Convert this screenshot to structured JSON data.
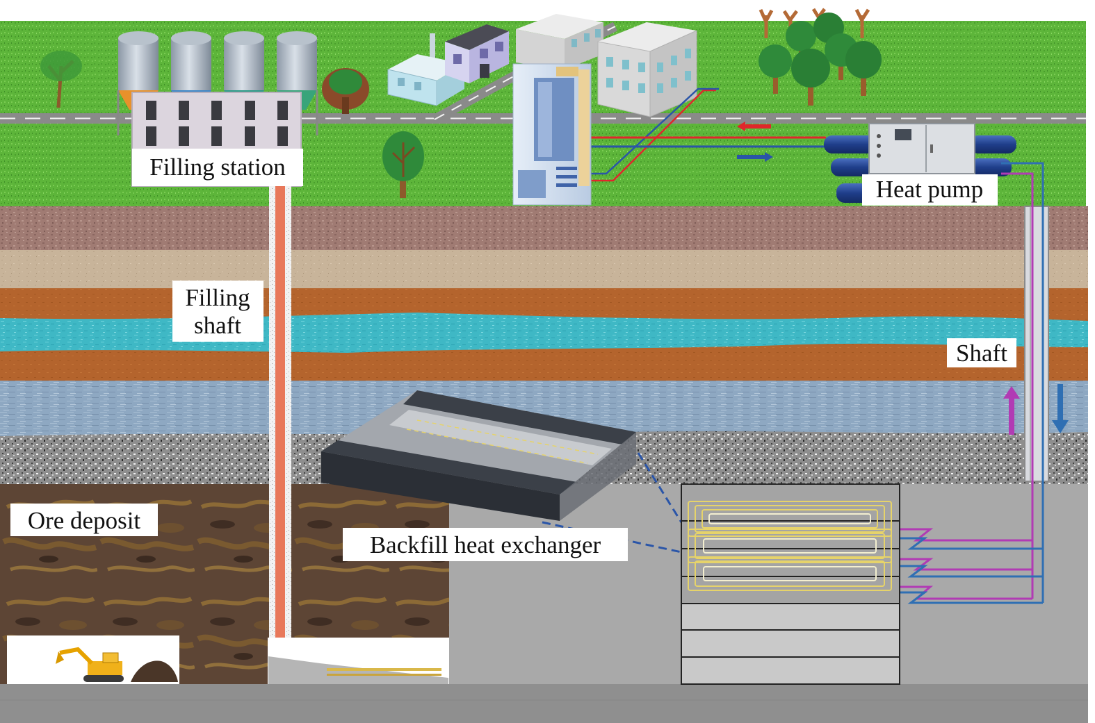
{
  "labels": {
    "filling_station": "Filling station",
    "heat_pump": "Heat pump",
    "filling_shaft": {
      "line1": "Filling",
      "line2": "shaft"
    },
    "shaft": "Shaft",
    "ore_deposit": "Ore deposit",
    "backfill_heat_exchanger": "Backfill heat exchanger"
  },
  "colors": {
    "surface_supply_pipe": "#e0262b",
    "surface_return_pipe": "#2a55a8",
    "loop_supply_pipe": "#b13bb4",
    "loop_return_pipe": "#2f6fb3",
    "filling_pipe": "#e8785a",
    "coil": "#e6d36a"
  },
  "icons": [
    "silo-icon",
    "factory-icon",
    "office-tower-icon",
    "heat-pump-icon",
    "tree-icon",
    "excavator-icon",
    "ore-pile-icon"
  ]
}
